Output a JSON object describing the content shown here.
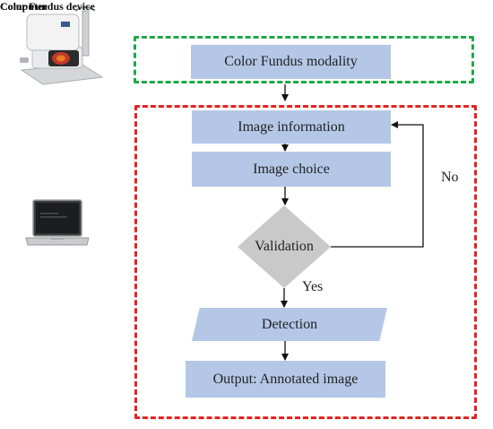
{
  "left_panel": {
    "device_label": "Color Fundus device",
    "computer_label": "Computer"
  },
  "flow": {
    "modality": "Color Fundus modality",
    "image_information": "Image information",
    "image_choice": "Image choice",
    "validation": "Validation",
    "detection": "Detection",
    "output": "Output: Annotated image",
    "yes_label": "Yes",
    "no_label": "No"
  },
  "colors": {
    "process_fill": "#b4c7e7",
    "decision_fill": "#c9c9c9",
    "upper_dashed_border": "#1fa84a",
    "lower_dashed_border": "#e02424"
  }
}
